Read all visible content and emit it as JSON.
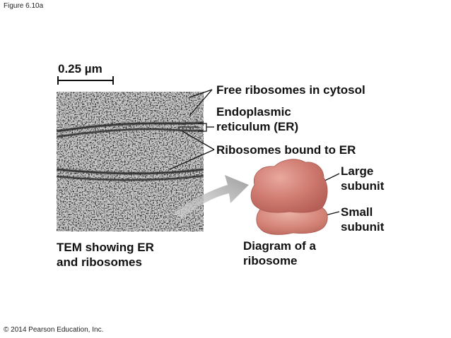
{
  "figure_label": "Figure 6.10a",
  "copyright": "© 2014 Pearson Education, Inc.",
  "scale_bar": "0.25 µm",
  "labels": {
    "free_ribosomes": "Free ribosomes in cytosol",
    "er_line1": "Endoplasmic",
    "er_line2": "reticulum (ER)",
    "bound_ribosomes": "Ribosomes bound to ER",
    "large_line1": "Large",
    "large_line2": "subunit",
    "small_line1": "Small",
    "small_line2": "subunit"
  },
  "captions": {
    "tem_line1": "TEM showing ER",
    "tem_line2": "and ribosomes",
    "diagram_line1": "Diagram of a",
    "diagram_line2": "ribosome"
  },
  "colors": {
    "ribosome_fill": "#c9726a",
    "ribosome_highlight": "#e7a59b",
    "arrow_gray": "#b3b3b3",
    "tem_background": "#c8c8c8"
  }
}
